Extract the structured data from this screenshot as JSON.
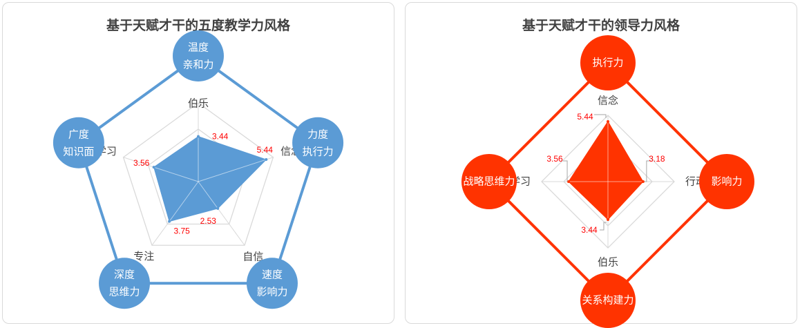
{
  "colors": {
    "blue": "#5b9bd5",
    "red": "#ff3300",
    "grid": "#d9d9d9",
    "value_text": "#ff0000"
  },
  "chart_data": [
    {
      "type": "radar",
      "title": "基于天赋才干的五度教学力风格",
      "axes": [
        "伯乐",
        "信念",
        "自信",
        "专注",
        "学习"
      ],
      "series": [
        {
          "values": [
            3.44,
            5.44,
            2.53,
            3.75,
            3.56
          ]
        }
      ],
      "value_labels": [
        "3.44",
        "5.44",
        "2.53",
        "3.75",
        "3.56"
      ],
      "rlim": [
        0,
        6
      ],
      "grid": true,
      "outer_nodes": [
        {
          "line1": "温度",
          "line2": "亲和力"
        },
        {
          "line1": "力度",
          "line2": "执行力"
        },
        {
          "line1": "速度",
          "line2": "影响力"
        },
        {
          "line1": "深度",
          "line2": "思维力"
        },
        {
          "line1": "广度",
          "line2": "知识面"
        }
      ]
    },
    {
      "type": "radar",
      "title": "基于天赋才干的领导力风格",
      "axes": [
        "信念",
        "行动",
        "伯乐",
        "学习"
      ],
      "series": [
        {
          "values": [
            5.44,
            3.18,
            3.44,
            3.56
          ]
        }
      ],
      "value_labels": [
        "5.44",
        "3.18",
        "3.44",
        "3.56"
      ],
      "rlim": [
        0,
        6
      ],
      "grid": true,
      "outer_nodes": [
        {
          "line1": "执行力"
        },
        {
          "line1": "影响力"
        },
        {
          "line1": "关系构建力"
        },
        {
          "line1": "战略思维力"
        }
      ]
    }
  ]
}
